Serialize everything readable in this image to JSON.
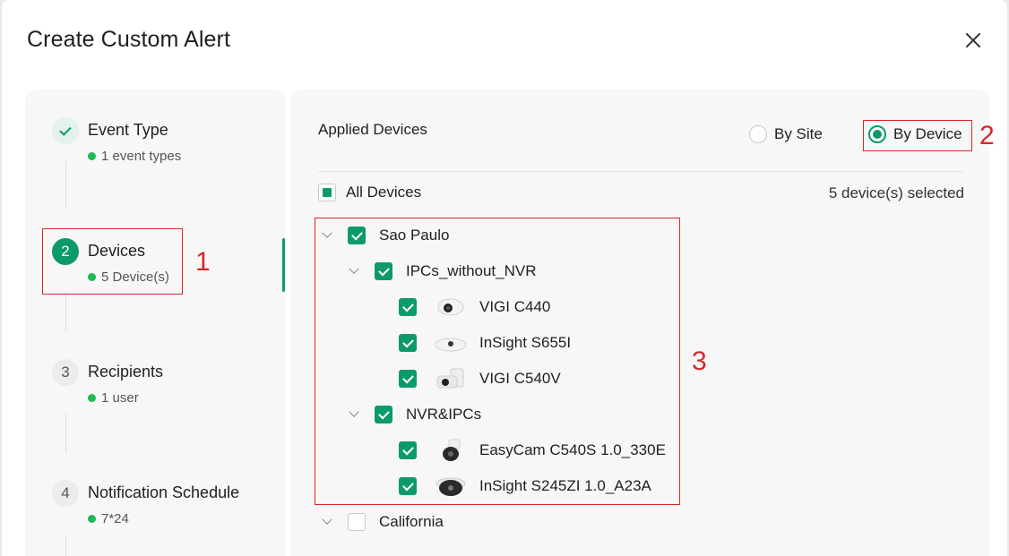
{
  "modal": {
    "title": "Create Custom Alert"
  },
  "steps": [
    {
      "number": "",
      "label": "Event Type",
      "sub": "1 event types",
      "state": "done"
    },
    {
      "number": "2",
      "label": "Devices",
      "sub": "5 Device(s)",
      "state": "active"
    },
    {
      "number": "3",
      "label": "Recipients",
      "sub": "1 user",
      "state": "pending"
    },
    {
      "number": "4",
      "label": "Notification Schedule",
      "sub": "7*24",
      "state": "pending"
    }
  ],
  "applied": {
    "title": "Applied Devices",
    "by_site": "By Site",
    "by_device": "By Device",
    "selected_mode": "By Device",
    "all_devices": "All Devices",
    "selected_count": "5 device(s) selected"
  },
  "tree": {
    "site1": "Sao Paulo",
    "group1": "IPCs_without_NVR",
    "group1_devices": [
      "VIGI C440",
      "InSight S655I",
      "VIGI C540V"
    ],
    "group2": "NVR&IPCs",
    "group2_devices": [
      "EasyCam C540S 1.0_330E",
      "InSight S245ZI 1.0_A23A"
    ],
    "site2": "California"
  },
  "annotations": {
    "n1": "1",
    "n2": "2",
    "n3": "3"
  },
  "colors": {
    "accent": "#0c9b68",
    "annotation": "#d9262b",
    "status_dot": "#1db954"
  }
}
